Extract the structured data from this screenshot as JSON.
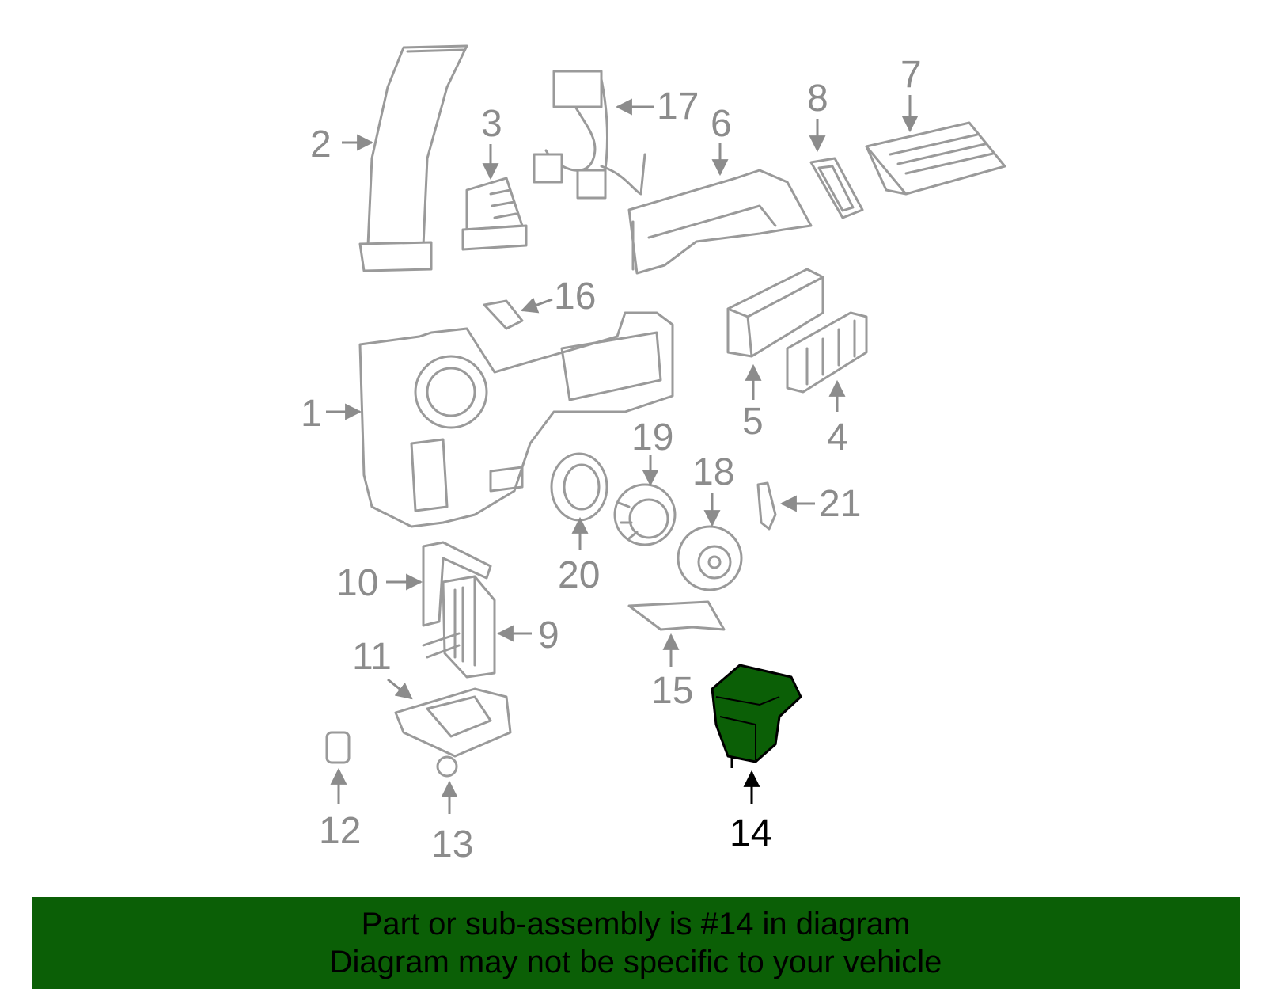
{
  "diagram": {
    "callouts": [
      {
        "id": "1",
        "label": "1"
      },
      {
        "id": "2",
        "label": "2"
      },
      {
        "id": "3",
        "label": "3"
      },
      {
        "id": "4",
        "label": "4"
      },
      {
        "id": "5",
        "label": "5"
      },
      {
        "id": "6",
        "label": "6"
      },
      {
        "id": "7",
        "label": "7"
      },
      {
        "id": "8",
        "label": "8"
      },
      {
        "id": "9",
        "label": "9"
      },
      {
        "id": "10",
        "label": "10"
      },
      {
        "id": "11",
        "label": "11"
      },
      {
        "id": "12",
        "label": "12"
      },
      {
        "id": "13",
        "label": "13"
      },
      {
        "id": "14",
        "label": "14"
      },
      {
        "id": "15",
        "label": "15"
      },
      {
        "id": "16",
        "label": "16"
      },
      {
        "id": "17",
        "label": "17"
      },
      {
        "id": "18",
        "label": "18"
      },
      {
        "id": "19",
        "label": "19"
      },
      {
        "id": "20",
        "label": "20"
      },
      {
        "id": "21",
        "label": "21"
      }
    ],
    "highlighted_part": "14",
    "colors": {
      "part_line": "#9a9a9a",
      "label": "#8c8c8c",
      "highlight_label": "#000000",
      "highlight_part": "#0b5f06"
    }
  },
  "banner": {
    "line1": "Part or sub-assembly is #14 in diagram",
    "line2": "Diagram may not be specific to your vehicle",
    "background": "#0b5f06"
  }
}
